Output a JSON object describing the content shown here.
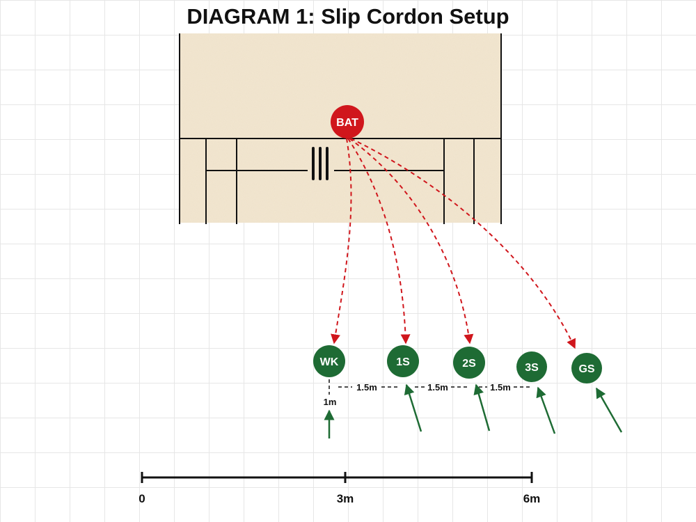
{
  "title": "DIAGRAM 1: Slip Cordon Setup",
  "colors": {
    "pitch": "#f3e7d1",
    "batter": "#d0161c",
    "fielder": "#1e6b34",
    "arrow_catch": "#d0161c",
    "arrow_move": "#1e6b34",
    "line": "#111111"
  },
  "batter": {
    "label": "BAT"
  },
  "fielders": [
    {
      "id": "wk",
      "label": "WK"
    },
    {
      "id": "1s",
      "label": "1S"
    },
    {
      "id": "2s",
      "label": "2S"
    },
    {
      "id": "3s",
      "label": "3S"
    },
    {
      "id": "gs",
      "label": "GS"
    }
  ],
  "spacing": {
    "wk_depth": "1m",
    "gaps": [
      "1.5m",
      "1.5m",
      "1.5m"
    ]
  },
  "scale": {
    "ticks": [
      "0",
      "3m",
      "6m"
    ]
  }
}
